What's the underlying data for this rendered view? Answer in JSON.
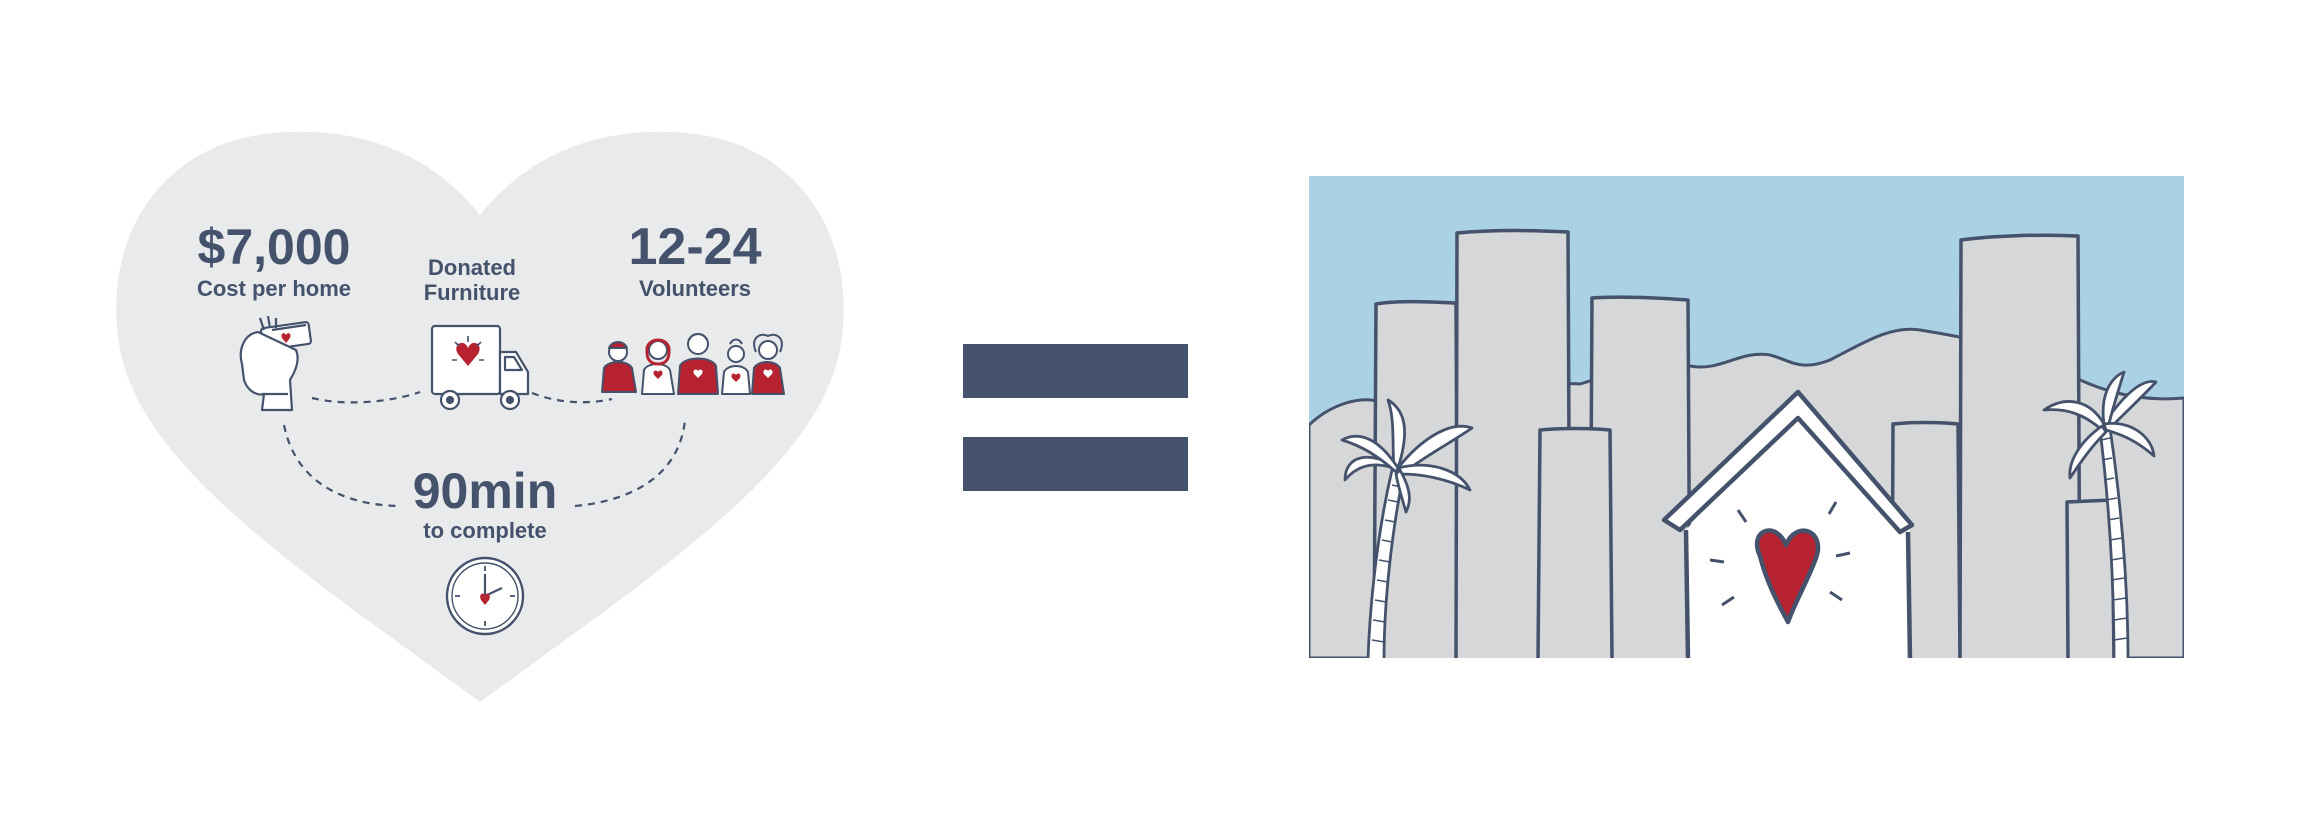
{
  "colors": {
    "navy": "#44526c",
    "heart_fill": "#e9eaeb",
    "accent_red": "#b72230",
    "sky": "#abd1e5",
    "building": "#d6d7d9",
    "white": "#ffffff"
  },
  "equation": {
    "left": {
      "cost": {
        "value": "$7,000",
        "label": "Cost per home",
        "icon": "hand-holding-money-icon"
      },
      "furniture": {
        "label_line1": "Donated",
        "label_line2": "Furniture",
        "icon": "delivery-truck-icon"
      },
      "volunteers": {
        "value": "12-24",
        "label": "Volunteers",
        "icon": "volunteer-group-icon"
      },
      "time": {
        "value": "90min",
        "label": "to complete",
        "icon": "clock-icon"
      }
    },
    "operator": "equals-sign",
    "right": {
      "illustration": "city-skyline-home-heart-icon"
    }
  }
}
